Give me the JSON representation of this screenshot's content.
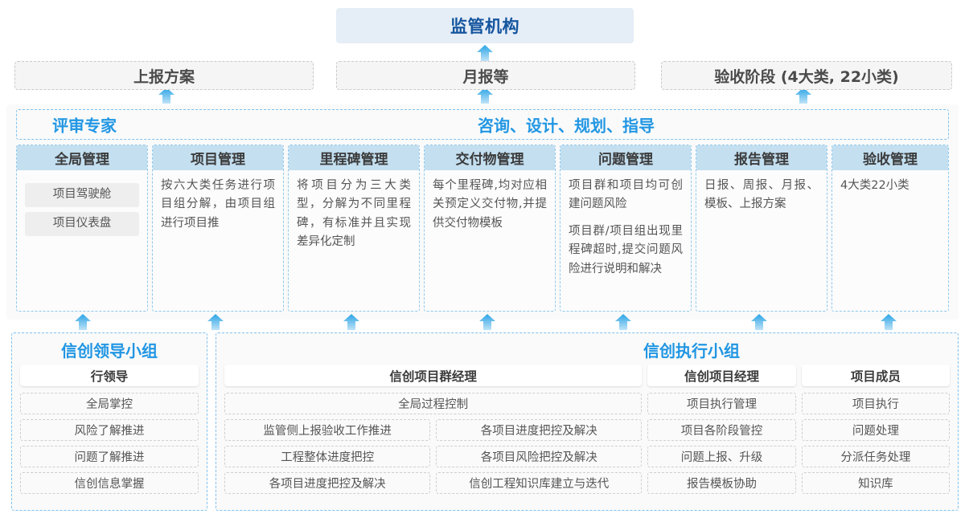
{
  "top": {
    "regulator": "监管机构",
    "submissions": [
      {
        "label": "上报方案"
      },
      {
        "label": "月报等"
      },
      {
        "label": "验收阶段 (4大类, 22小类)"
      }
    ]
  },
  "middle": {
    "header_left": "评审专家",
    "header_right": "咨询、设计、规划、指导",
    "columns": [
      {
        "title": "全局管理",
        "pills": [
          "项目驾驶舱",
          "项目仪表盘"
        ],
        "paragraphs": []
      },
      {
        "title": "项目管理",
        "pills": [],
        "paragraphs": [
          "按六大类任务进行项目组分解，由项目组进行项目推"
        ]
      },
      {
        "title": "里程碑管理",
        "pills": [],
        "paragraphs": [
          "将项目分为三大类型，分解为不同里程碑，有标准并且实现差异化定制"
        ]
      },
      {
        "title": "交付物管理",
        "pills": [],
        "paragraphs": [
          "每个里程碑,均对应相关预定义交付物,并提供交付物模板"
        ]
      },
      {
        "title": "问题管理",
        "pills": [],
        "paragraphs": [
          "项目群和项目均可创建问题风险",
          "项目群/项目组出现里程碑超时,提交问题风险进行说明和解决"
        ]
      },
      {
        "title": "报告管理",
        "pills": [],
        "paragraphs": [
          "日报、周报、月报、模板、上报方案"
        ]
      },
      {
        "title": "验收管理",
        "pills": [],
        "paragraphs": [
          "4大类22小类"
        ]
      }
    ]
  },
  "bottom": {
    "left_group": {
      "title": "信创领导小组",
      "role": "行领导",
      "items": [
        "全局掌控",
        "风险了解推进",
        "问题了解推进",
        "信创信息掌握"
      ]
    },
    "right_group": {
      "title": "信创执行小组",
      "program_manager": {
        "role": "信创项目群经理",
        "full_width_item": "全局过程控制",
        "rows": [
          [
            "监管侧上报验收工作推进",
            "各项目进度把控及解决"
          ],
          [
            "工程整体进度把控",
            "各项目风险把控及解决"
          ],
          [
            "各项目进度把控及解决",
            "信创工程知识库建立与迭代"
          ]
        ]
      },
      "project_manager": {
        "role": "信创项目经理",
        "items": [
          "项目执行管理",
          "项目各阶段管控",
          "问题上报、升级",
          "报告模板协助"
        ]
      },
      "project_member": {
        "role": "项目成员",
        "items": [
          "项目执行",
          "问题处理",
          "分派任务处理",
          "知识库"
        ]
      }
    }
  },
  "colors": {
    "accent_blue": "#2196e3",
    "title_blue": "#14559e",
    "header_fill": "#c3dff0",
    "top_fill": "#e5edf7",
    "dashed_gray": "#c9c9c9",
    "dashed_blue": "#7ec1ee"
  },
  "icons": {
    "up_arrow": "up-arrow-icon"
  }
}
